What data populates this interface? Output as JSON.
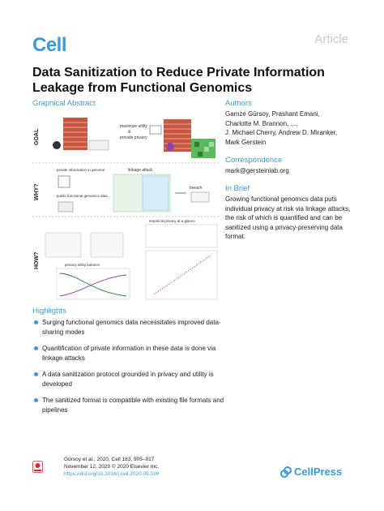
{
  "header": {
    "journal": "Cell",
    "article_type": "Article"
  },
  "title": "Data Sanitization to Reduce Private Information Leakage from Functional Genomics",
  "graphical_abstract": {
    "heading": "Graphical Abstract",
    "row_labels": [
      "GOAL",
      "WHY?",
      "HOW?"
    ],
    "labels": {
      "maximize": "maximize utility",
      "amp": "&",
      "provide": "provide privacy",
      "private": "private information in genome",
      "linkage": "linkage attack",
      "breach": "breach",
      "public": "public functional genomics data",
      "empirical": "empirical privacy at a glance",
      "privacy_utility": "privacy-utility balance"
    }
  },
  "authors": {
    "heading": "Authors",
    "lines": [
      "Gamze Gürsoy, Prashant Emani,",
      "Charlotte M. Brannon, ...,",
      "J. Michael Cherry, Andrew D. Miranker,",
      "Mark Gerstein"
    ]
  },
  "correspondence": {
    "heading": "Correspondence",
    "email": "mark@gersteinlab.org"
  },
  "in_brief": {
    "heading": "In Brief",
    "text": "Growing functional genomics data puts individual privacy at risk via linkage attacks, the risk of which is quantified and can be sanitized using a privacy-preserving data format."
  },
  "highlights": {
    "heading": "Highlights",
    "items": [
      "Surging functional genomics data necessitates improved data-sharing modes",
      "Quantification of private information in these data is done via linkage attacks",
      "A data sanitization protocol grounded in privacy and utility is developed",
      "The sanitized format is compatible with existing file formats and pipelines"
    ]
  },
  "citation": {
    "line1": "Gürsoy et al., 2020, Cell 183, 905–917",
    "line2": "November 12, 2020 © 2020 Elsevier Inc.",
    "doi": "https://doi.org/10.1016/j.cell.2020.09.036"
  },
  "publisher": "CellPress",
  "colors": {
    "accent": "#3a9ad9",
    "brick": "#c9573f",
    "green": "#5cb85c"
  }
}
